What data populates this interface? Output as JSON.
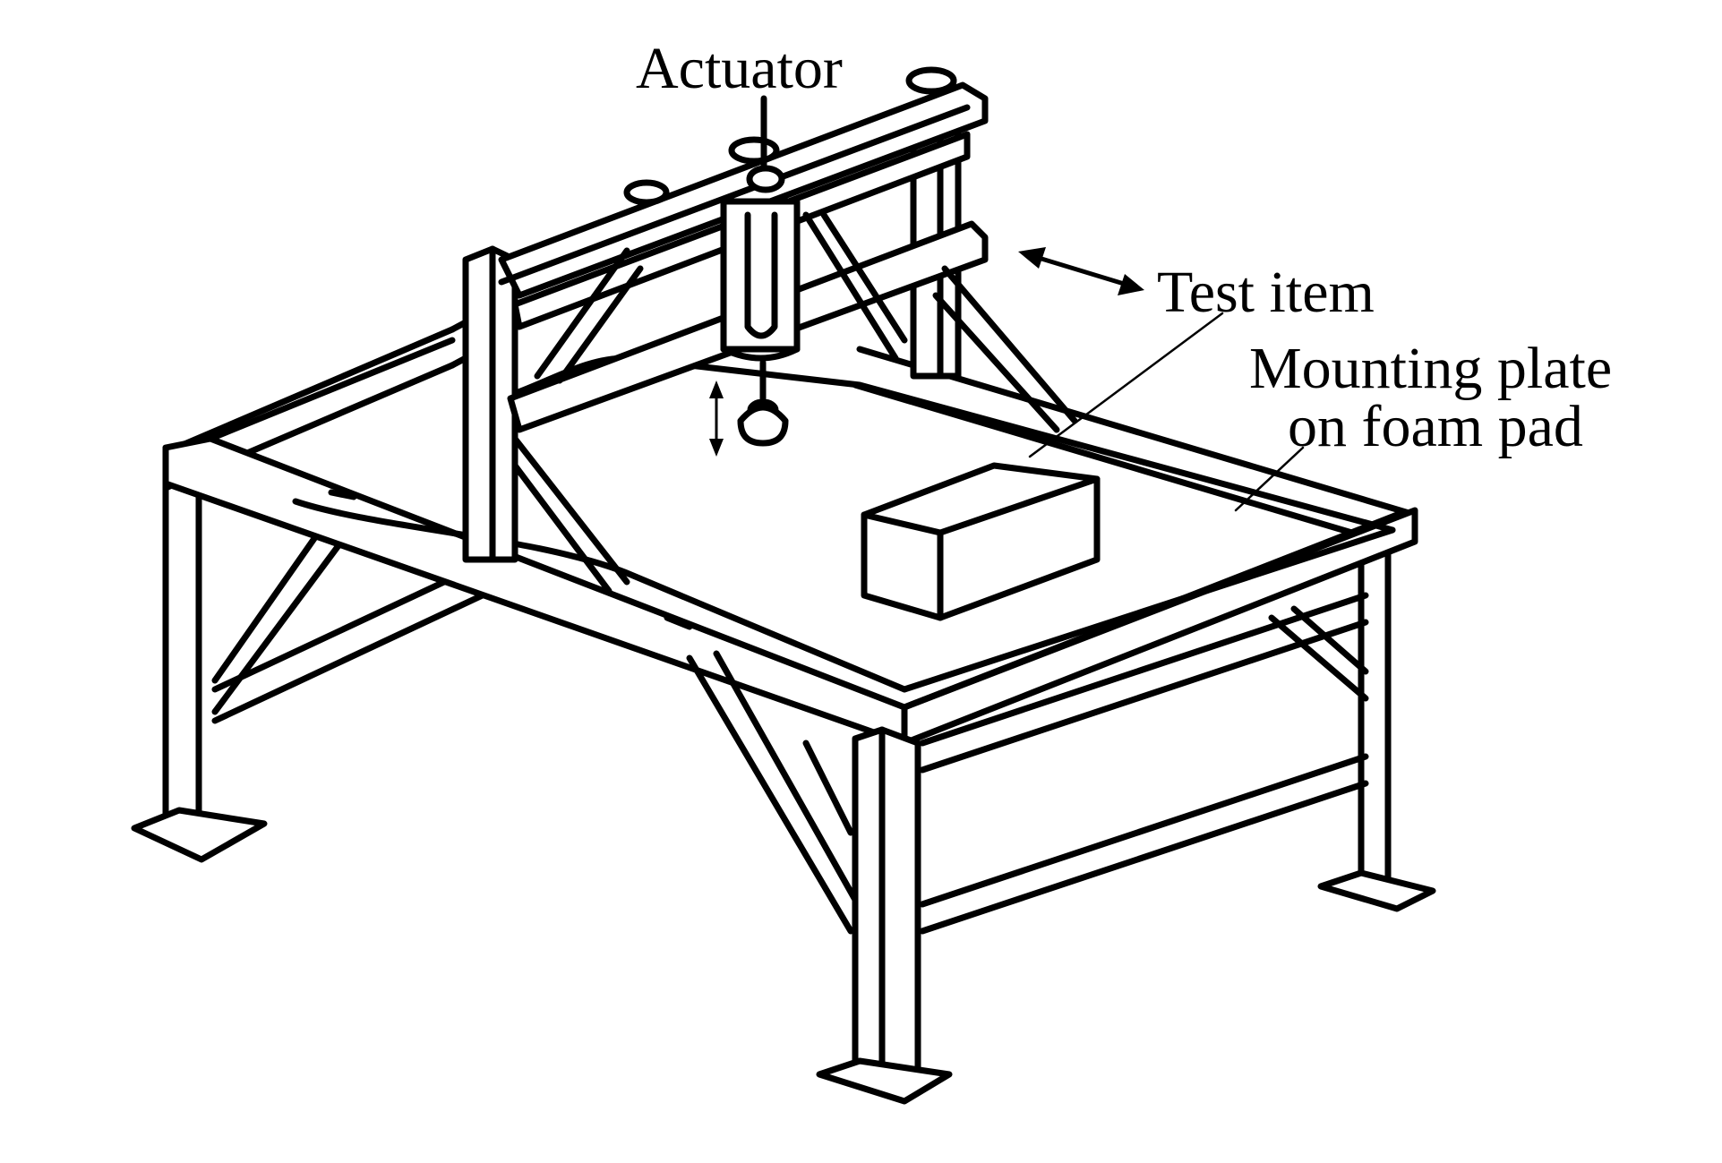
{
  "labels": {
    "actuator": "Actuator",
    "test_item": "Test item",
    "mounting_plate_line1": "Mounting plate",
    "mounting_plate_line2": "on foam pad"
  },
  "colors": {
    "ink": "#000000",
    "background": "#ffffff"
  }
}
